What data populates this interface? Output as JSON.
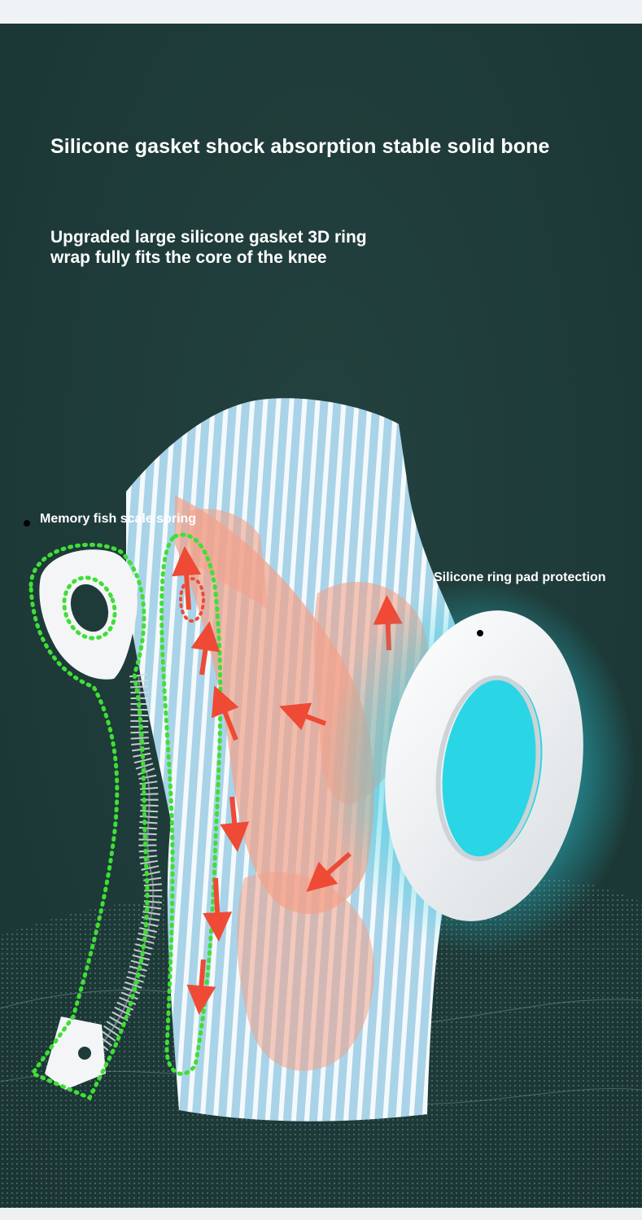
{
  "headline": "Silicone gasket shock absorption stable solid bone",
  "subheadline": {
    "line1": "Upgraded large silicone gasket 3D ring",
    "line2": "wrap fully fits the core of the knee"
  },
  "callouts": {
    "left": "Memory fish scale spring",
    "right": "Silicone ring pad protection"
  },
  "colors": {
    "background": "#1e3b39",
    "sleeve": "#aed5e8",
    "stripes": "#f4f9fb",
    "muscle": "#f2a28a",
    "arrows": "#ef4a35",
    "spring_outline": "#3fdf36",
    "ring_glow": "#33e3f0",
    "ring": "#f3f5f6"
  },
  "icons": {
    "arrow": "arrow-icon",
    "callout_dot": "bullet-dot-icon"
  }
}
